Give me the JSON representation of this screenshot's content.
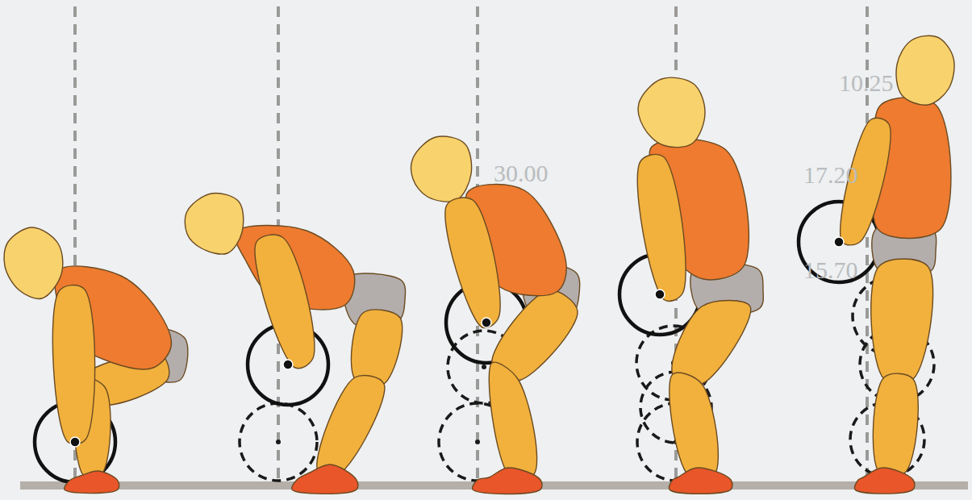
{
  "diagram": {
    "labels": [
      "10.25",
      "30.00",
      "17.20",
      "15.70"
    ]
  }
}
